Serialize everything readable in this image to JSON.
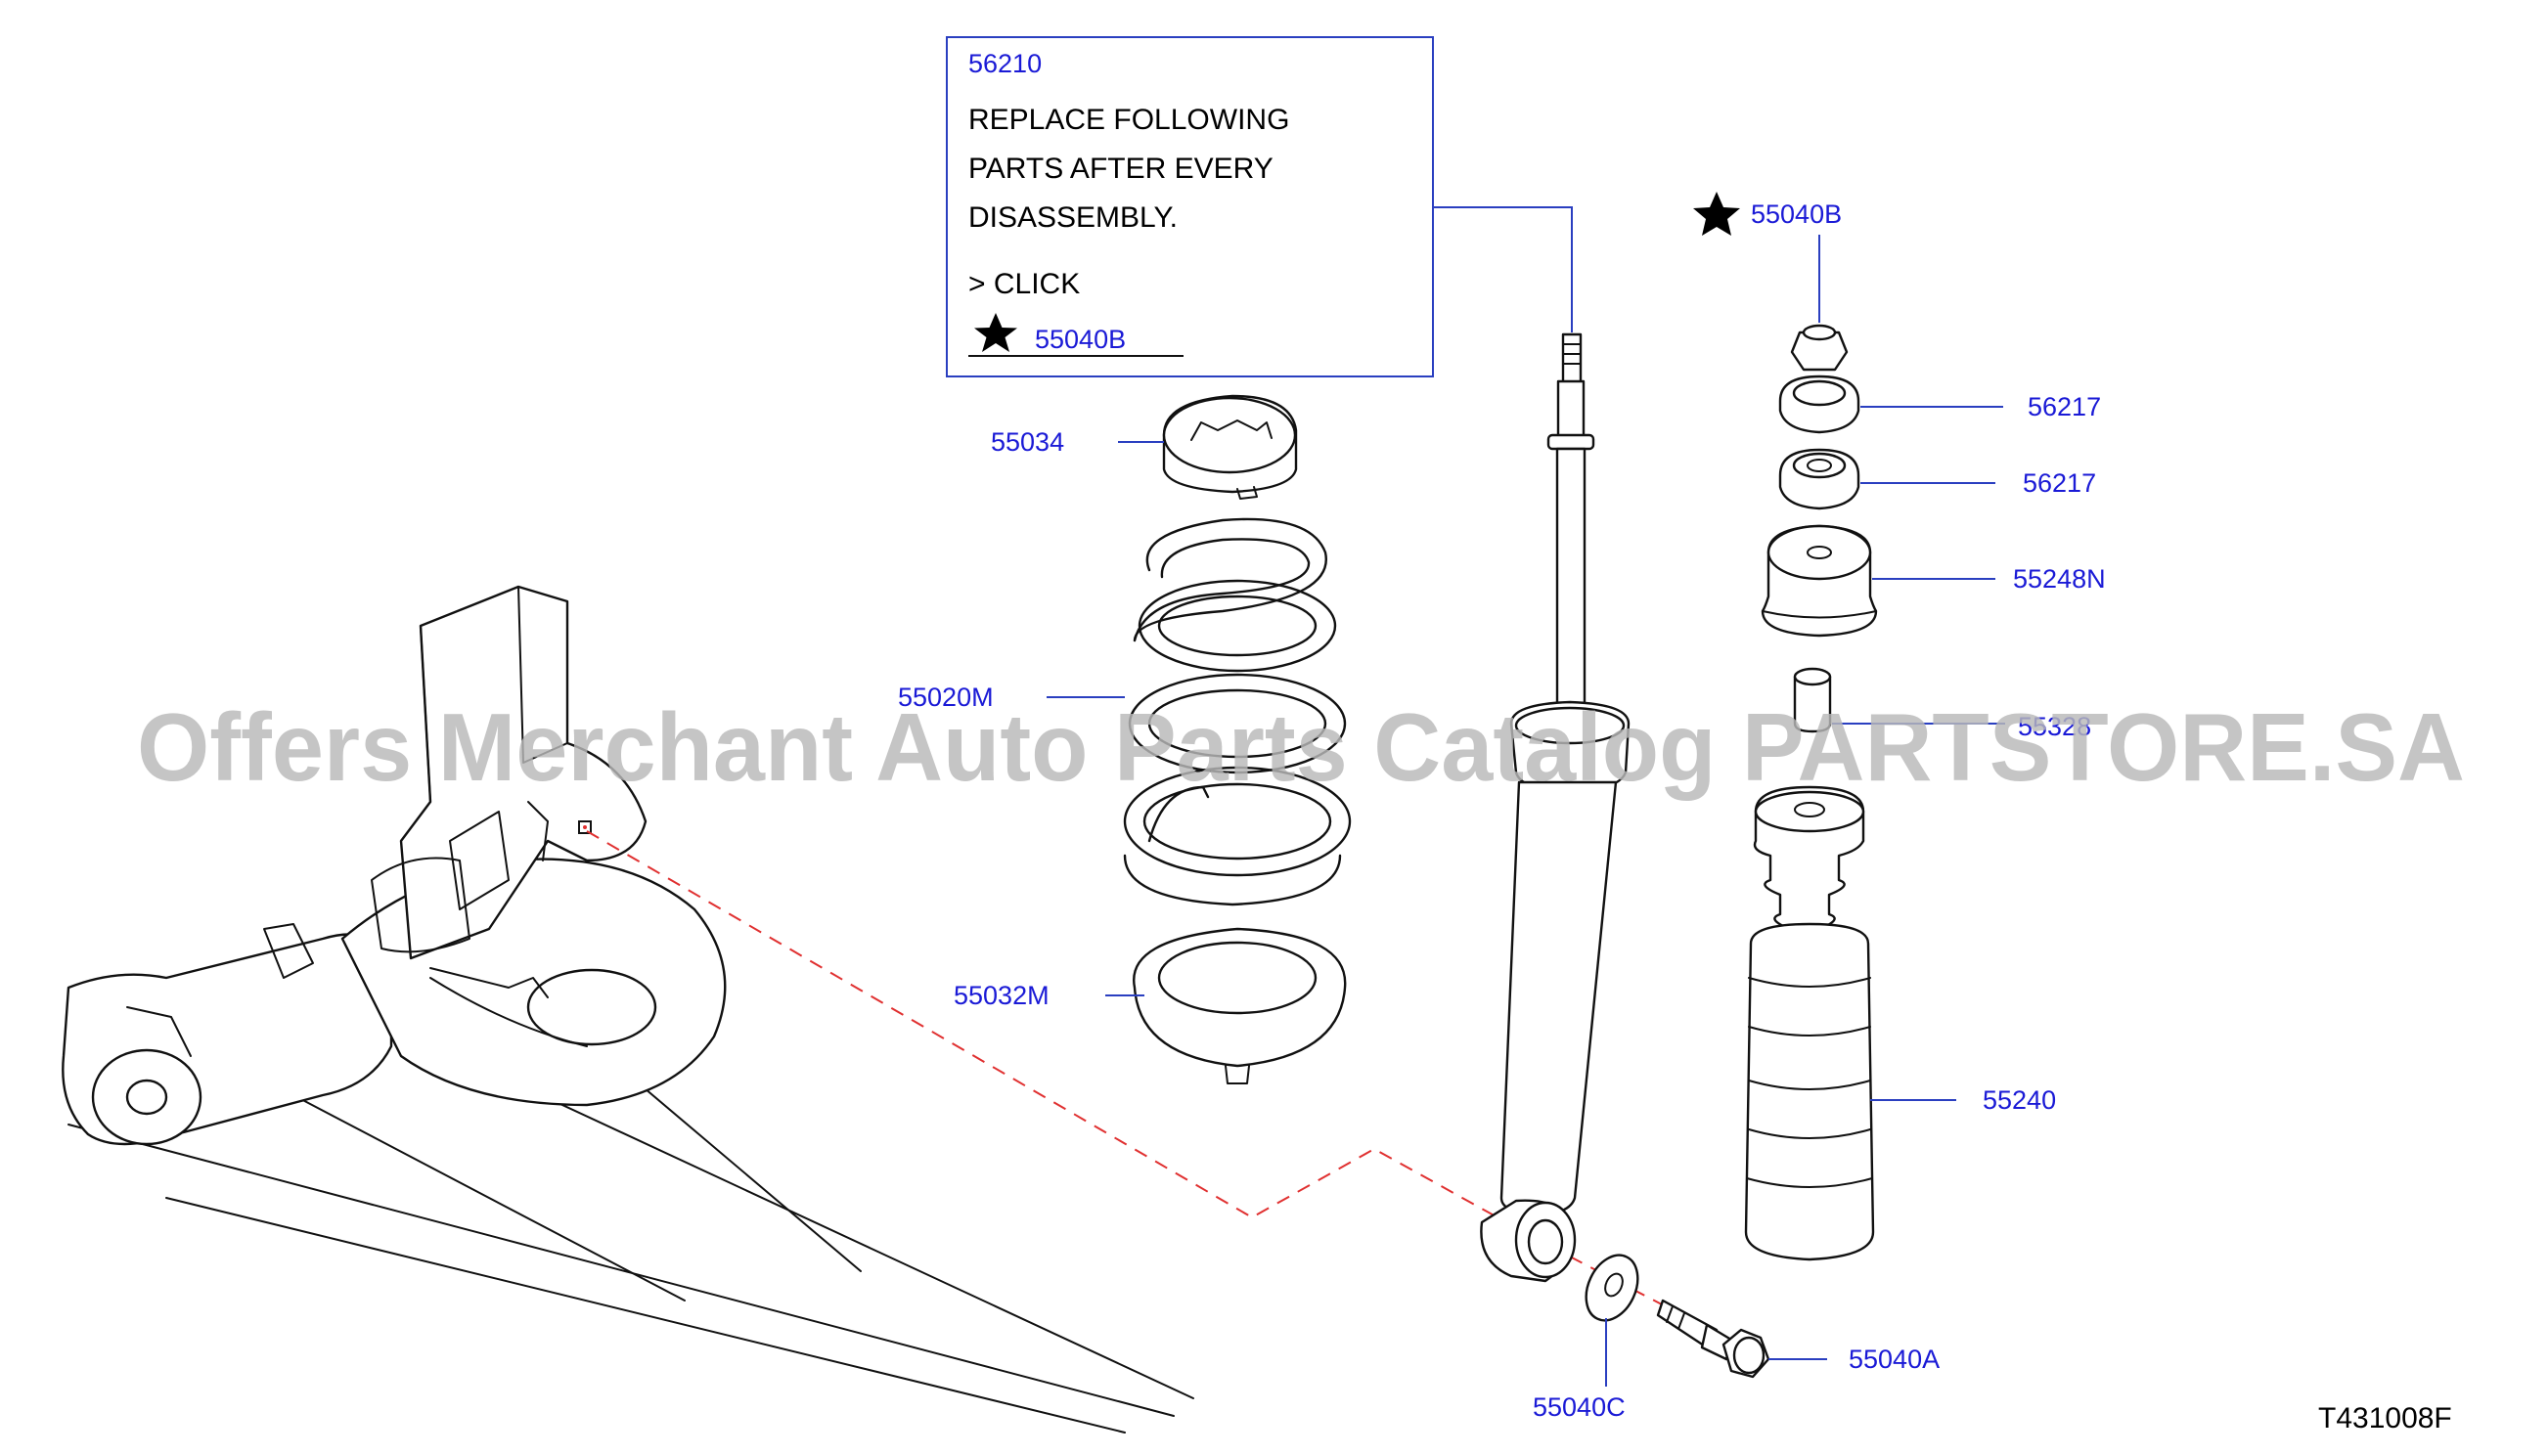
{
  "note": {
    "ref": "56210",
    "lines": [
      "REPLACE  FOLLOWING",
      "PARTS  AFTER  EVERY",
      "DISASSEMBLY."
    ],
    "click_text": ">  CLICK",
    "star_ref": "55040B"
  },
  "callouts": {
    "c55040B": "55040B",
    "c56217a": "56217",
    "c56217b": "56217",
    "c55248N": "55248N",
    "c55328": "55328",
    "c55240": "55240",
    "c55034": "55034",
    "c55020M": "55020M",
    "c55032M": "55032M",
    "c55040A": "55040A",
    "c55040C": "55040C"
  },
  "diagram_code": "T431008F",
  "watermark": "Offers Merchant Auto Parts Catalog PARTSTORE.SA",
  "colors": {
    "callout": "#1a1ad6",
    "leader": "#2a3fc0",
    "dashed": "#e03030",
    "watermark": "#b9b9b9"
  },
  "icons": {
    "star": "black-star-icon"
  }
}
